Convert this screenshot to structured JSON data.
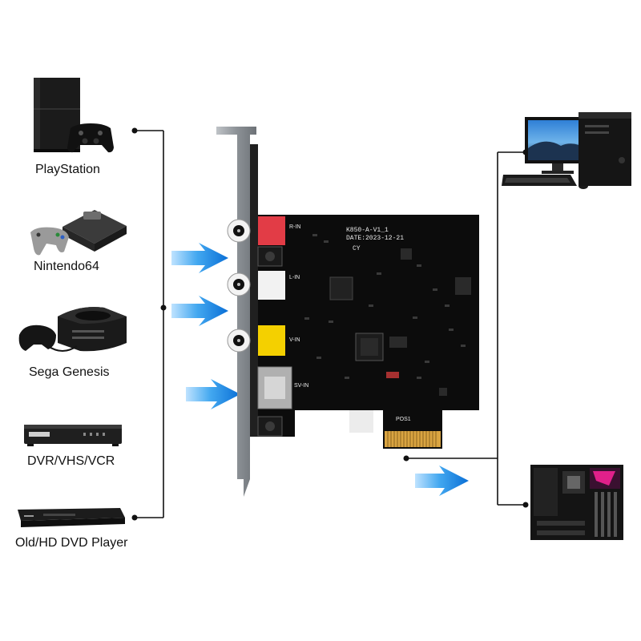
{
  "devices": [
    {
      "label": "PlayStation"
    },
    {
      "label": "Nintendo64"
    },
    {
      "label": "Sega Genesis"
    },
    {
      "label": "DVR/VHS/VCR"
    },
    {
      "label": "Old/HD DVD Player"
    }
  ],
  "card": {
    "model": "K850-A-V1_1",
    "date": "DATE:2023-12-21",
    "signature": "CY",
    "connectors": [
      "R-IN",
      "L-IN",
      "V-IN",
      "SV-IN"
    ],
    "pcie_label": "POS1"
  },
  "colors": {
    "arrow": "#1a8fe6",
    "pcb": "#0c0c0c",
    "red_jack": "#e23c46",
    "white_jack": "#f2f2f2",
    "yellow_jack": "#f4d000",
    "gold_contacts": "#d9a441"
  }
}
